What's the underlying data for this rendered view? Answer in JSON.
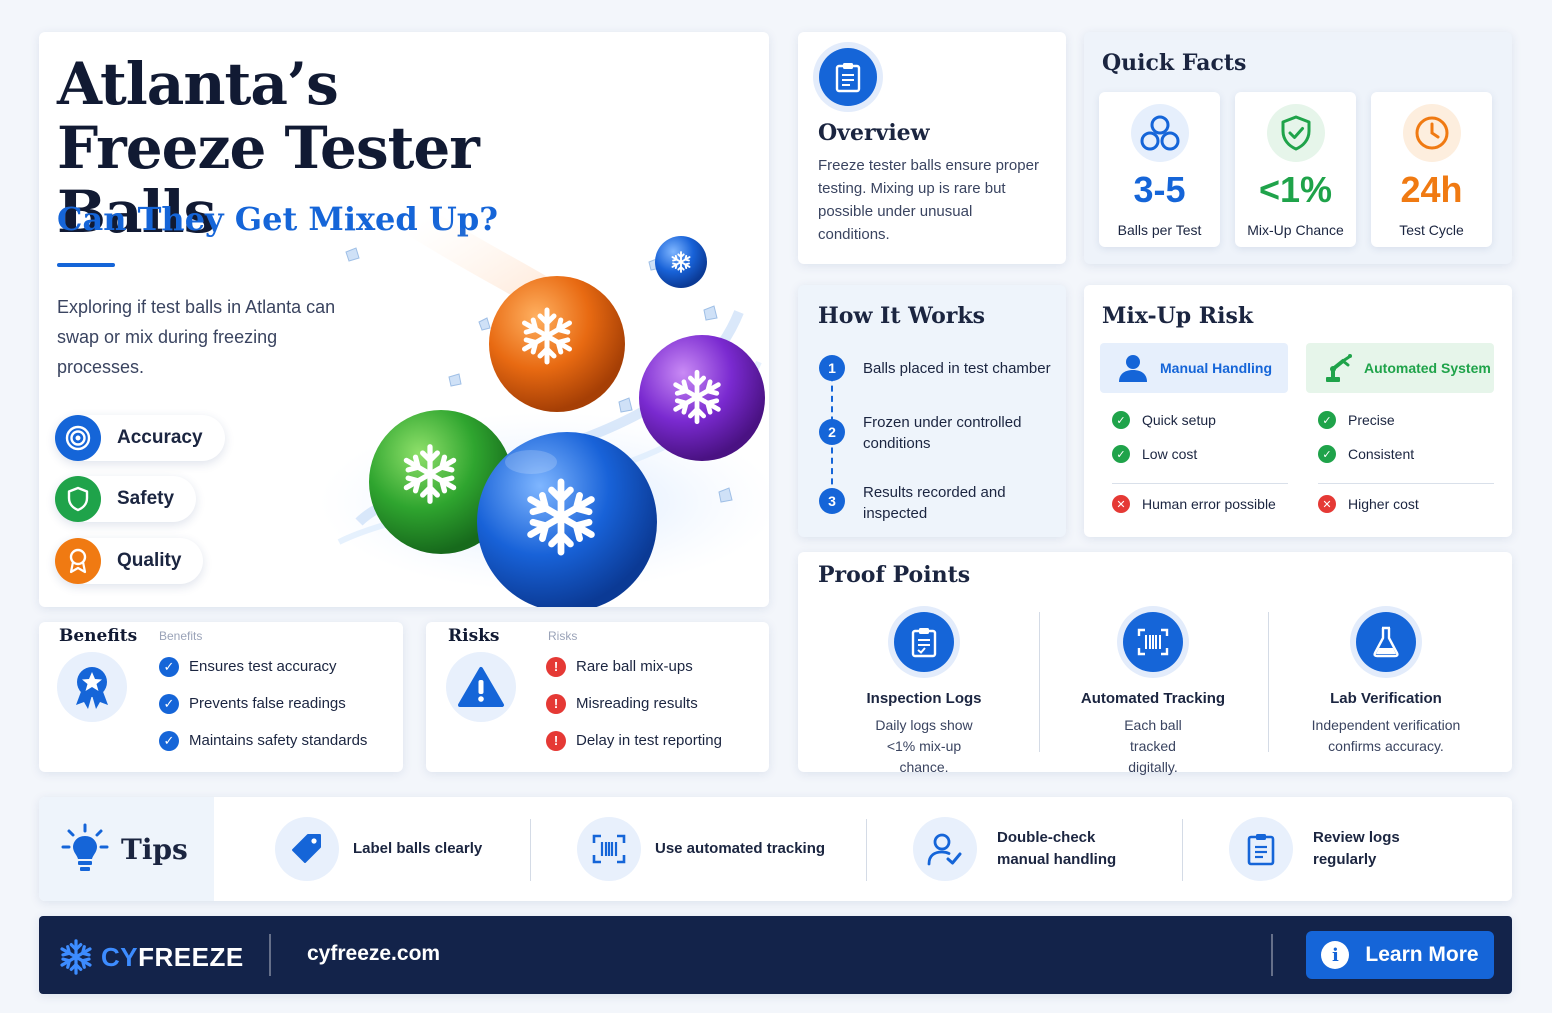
{
  "hero": {
    "title_line1": "Atlanta’s",
    "title_line2": "Freeze Tester Balls",
    "subtitle": "Can They Get Mixed Up?",
    "description": "Exploring if test balls in Atlanta can swap or mix during freezing processes.",
    "pills": [
      {
        "label": "Accuracy",
        "icon": "target-icon",
        "color": "#1565d8"
      },
      {
        "label": "Safety",
        "icon": "shield-icon",
        "color": "#1fa34a"
      },
      {
        "label": "Quality",
        "icon": "award-icon",
        "color": "#f07a12"
      }
    ],
    "balls": [
      {
        "color": "#e86a12",
        "icon": "snowflake-icon"
      },
      {
        "color": "#7a2ad0",
        "icon": "snowflake-icon"
      },
      {
        "color": "#2fa52f",
        "icon": "snowflake-icon"
      },
      {
        "color": "#1862d8",
        "icon": "snowflake-icon"
      },
      {
        "color": "#1a6ee6",
        "icon": "snowflake-icon"
      }
    ]
  },
  "benefits": {
    "title": "Benefits",
    "ghost": "Benefits",
    "icon": "ribbon-icon",
    "items": [
      "Ensures test accuracy",
      "Prevents false readings",
      "Maintains safety standards"
    ]
  },
  "risks": {
    "title": "Risks",
    "ghost": "Risks",
    "icon": "warning-icon",
    "items": [
      "Rare ball mix-ups",
      "Misreading results",
      "Delay in test reporting"
    ]
  },
  "overview": {
    "title": "Overview",
    "icon": "clipboard-icon",
    "text": "Freeze tester balls ensure proper testing. Mixing up is rare but possible under unusual conditions."
  },
  "quick_facts": {
    "title": "Quick Facts",
    "items": [
      {
        "value": "3-5",
        "label": "Balls per Test",
        "icon": "balls-icon",
        "color": "#1565d8"
      },
      {
        "value": "<1%",
        "label": "Mix-Up Chance",
        "icon": "shield-check-icon",
        "color": "#1fa34a"
      },
      {
        "value": "24h",
        "label": "Test Cycle",
        "icon": "clock-icon",
        "color": "#f07a12"
      }
    ]
  },
  "how_it_works": {
    "title": "How It Works",
    "steps": [
      {
        "num": "1",
        "text": "Balls placed in test chamber"
      },
      {
        "num": "2",
        "text": "Frozen under controlled conditions"
      },
      {
        "num": "3",
        "text": "Results recorded and inspected"
      }
    ]
  },
  "mixup_risk": {
    "title": "Mix-Up Risk",
    "manual": {
      "label": "Manual Handling",
      "pros": [
        "Quick setup",
        "Low cost"
      ],
      "cons": [
        "Human error possible"
      ]
    },
    "automated": {
      "label": "Automated System",
      "pros": [
        "Precise",
        "Consistent"
      ],
      "cons": [
        "Higher cost"
      ]
    }
  },
  "proof_points": {
    "title": "Proof Points",
    "items": [
      {
        "title": "Inspection Logs",
        "desc": "Daily logs show <1% mix-up chance.",
        "icon": "log-icon"
      },
      {
        "title": "Automated Tracking",
        "desc": "Each ball tracked digitally.",
        "icon": "barcode-icon"
      },
      {
        "title": "Lab Verification",
        "desc": "Independent verification confirms accuracy.",
        "icon": "flask-icon"
      }
    ]
  },
  "tips": {
    "title": "Tips",
    "items": [
      {
        "label": "Label balls clearly",
        "icon": "tag-icon"
      },
      {
        "label": "Use automated tracking",
        "icon": "scan-icon"
      },
      {
        "label": "Double-check manual handling",
        "icon": "user-check-icon"
      },
      {
        "label": "Review logs regularly",
        "icon": "checklist-icon"
      }
    ]
  },
  "footer": {
    "brand_cy": "CY",
    "brand_freeze": "FREEZE",
    "site": "cyfreeze.com",
    "cta": "Learn More"
  },
  "colors": {
    "accent": "#1565d8",
    "success": "#1fa34a",
    "warning": "#f07a12",
    "danger": "#e53935",
    "footer_bg": "#13234a"
  }
}
